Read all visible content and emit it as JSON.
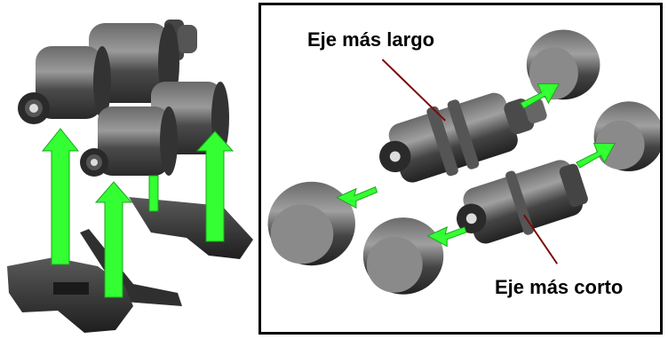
{
  "labels": {
    "longer_shaft": "Eje más largo",
    "shorter_shaft": "Eje más corto"
  },
  "colors": {
    "arrow": "#33ff33",
    "roller_dark": "#3a3a3a",
    "roller_mid": "#5a5a5a",
    "leader_line": "#7a0a0a",
    "frame": "#000000"
  },
  "icons": {
    "arrow": "green-arrow-icon",
    "roller": "roller-tire",
    "gear": "gear-icon"
  }
}
